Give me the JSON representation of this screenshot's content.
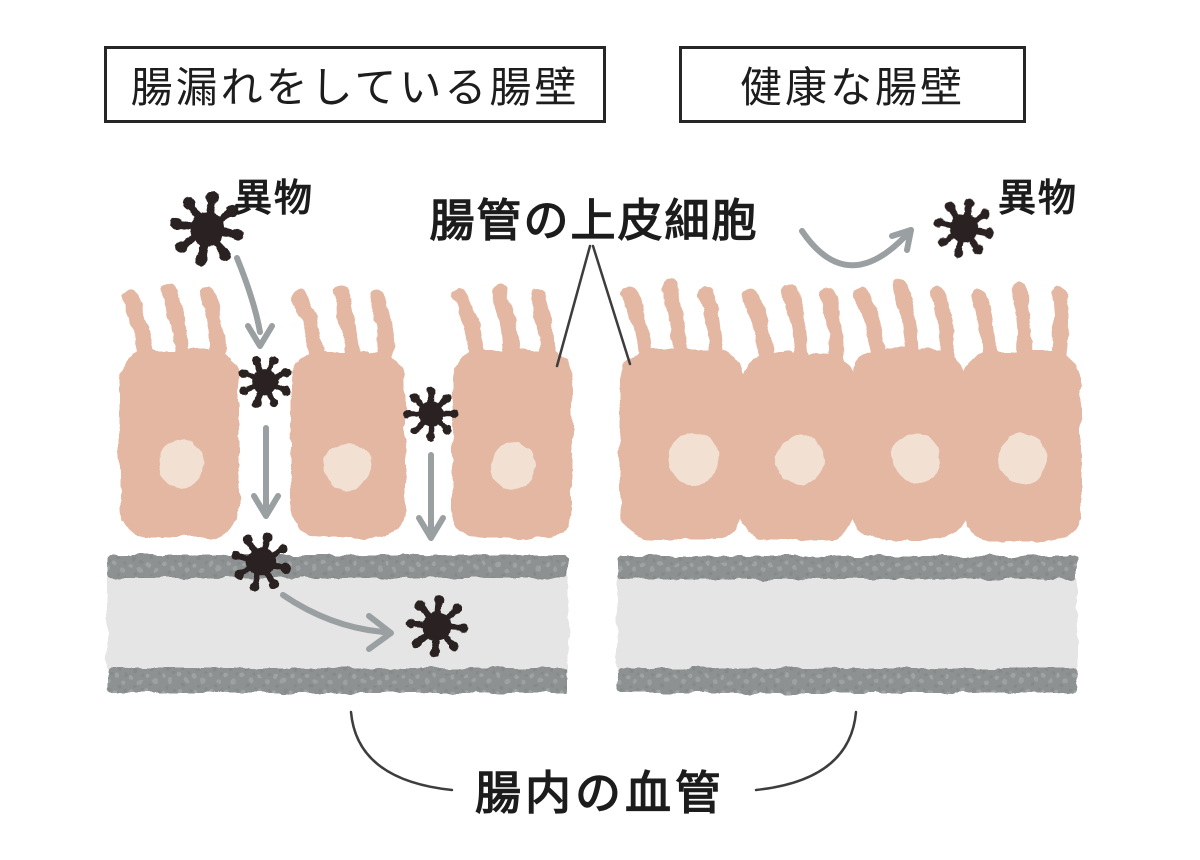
{
  "panels": {
    "left": {
      "title": "腸漏れをしている腸壁",
      "foreign_body_label": "異物"
    },
    "right": {
      "title": "健康な腸壁",
      "foreign_body_label": "異物"
    }
  },
  "labels": {
    "epithelial_cells": "腸管の上皮細胞",
    "blood_vessel": "腸内の血管"
  },
  "colors": {
    "cell_body": "#e3b7a2",
    "cell_nucleus": "#f2e0d2",
    "vessel_wall": "#8d9191",
    "vessel_lumen": "#e4e5e4",
    "arrow": "#9aa0a2",
    "foreign_body": "#2a2320",
    "pointer_line": "#3d3d3d",
    "text": "#1d1d1d",
    "label_box_border": "#262626",
    "background": "#ffffff"
  },
  "icons": {
    "foreign_body_icon": "dark burr/virus: circle with 8 knobbed spikes",
    "flow_arrow_icon": "gray open-V arrow",
    "pointer_line_icon": "thin black pointer line",
    "brace_curve_icon": "thin curved bracket line"
  }
}
